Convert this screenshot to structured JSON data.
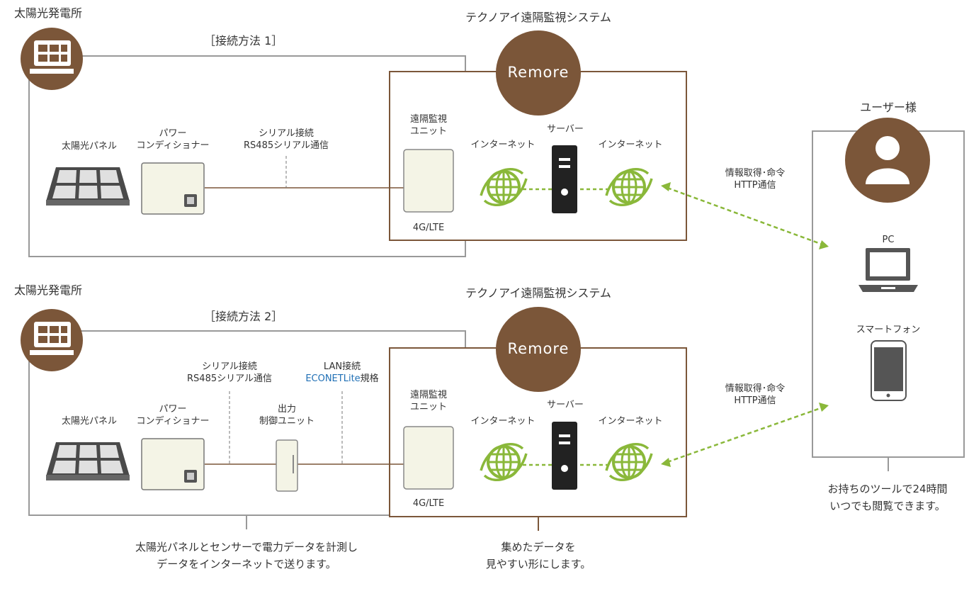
{
  "colors": {
    "brown": "#7b5639",
    "green": "#8ab83a",
    "frame": "#999999",
    "ink": "#333333",
    "blue": "#1f6fb5"
  },
  "plant1": {
    "title": "太陽光発電所",
    "method": "［接続方法 1］",
    "panel": "太陽光パネル",
    "pcs": [
      "パワー",
      "コンディショナー"
    ],
    "conn": [
      "シリアル接続",
      "RS485シリアル通信"
    ]
  },
  "plant2": {
    "title": "太陽光発電所",
    "method": "［接続方法 2］",
    "panel": "太陽光パネル",
    "pcs": [
      "パワー",
      "コンディショナー"
    ],
    "conn": [
      "シリアル接続",
      "RS485シリアル通信"
    ],
    "output": [
      "出力",
      "制御ユニット"
    ],
    "lan": [
      "LAN接続",
      "ECONETLite",
      "規格"
    ]
  },
  "system": {
    "title": "テクノアイ遠隔監視システム",
    "brand": "Remore",
    "unit": [
      "遠隔監視",
      "ユニット"
    ],
    "lte": "4G/LTE",
    "internet": "インターネット",
    "server": "サーバー"
  },
  "link": [
    "情報取得･命令",
    "HTTP通信"
  ],
  "user": {
    "title": "ユーザー様",
    "pc": "PC",
    "phone": "スマートフォン",
    "caption": [
      "お持ちのツールで24時間",
      "いつでも閲覧できます。"
    ]
  },
  "captions": {
    "left": [
      "太陽光パネルとセンサーで電力データを計測し",
      "データをインターネットで送ります。"
    ],
    "mid": [
      "集めたデータを",
      "見やすい形にします。"
    ]
  },
  "icons": [
    "solar-panel-icon",
    "power-conditioner-icon",
    "monitoring-unit-icon",
    "globe-icon",
    "server-icon",
    "user-icon",
    "laptop-icon",
    "smartphone-icon",
    "output-control-icon"
  ]
}
